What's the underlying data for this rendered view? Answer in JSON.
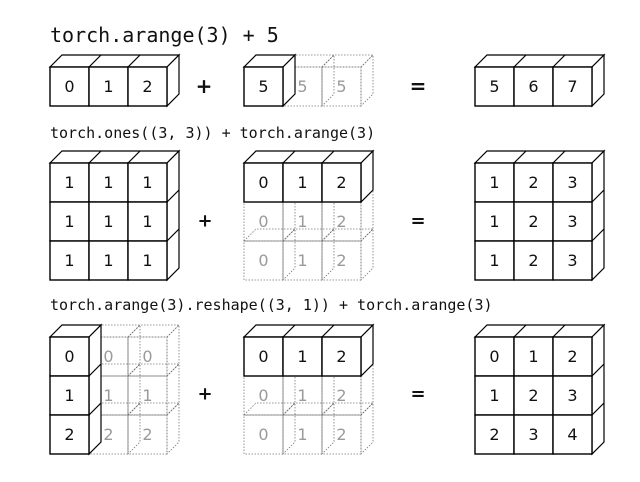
{
  "titles": {
    "row1": "torch.arange(3) + 5",
    "row2": "torch.ones((3, 3)) + torch.arange(3)",
    "row3": "torch.arange(3).reshape((3, 1)) + torch.arange(3)"
  },
  "operators": {
    "plus": "+",
    "equals": "="
  },
  "rows": [
    {
      "a": {
        "values": [
          [
            0,
            1,
            2
          ]
        ],
        "ghost": []
      },
      "b": {
        "values": [
          [
            5
          ]
        ],
        "ghost": [
          [
            null,
            5,
            5
          ]
        ]
      },
      "result": {
        "values": [
          [
            5,
            6,
            7
          ]
        ],
        "ghost": []
      }
    },
    {
      "a": {
        "values": [
          [
            1,
            1,
            1
          ],
          [
            1,
            1,
            1
          ],
          [
            1,
            1,
            1
          ]
        ],
        "ghost": []
      },
      "b": {
        "values": [
          [
            0,
            1,
            2
          ]
        ],
        "ghost": [
          [
            null,
            null,
            null
          ],
          [
            0,
            1,
            2
          ],
          [
            0,
            1,
            2
          ]
        ]
      },
      "result": {
        "values": [
          [
            1,
            2,
            3
          ],
          [
            1,
            2,
            3
          ],
          [
            1,
            2,
            3
          ]
        ],
        "ghost": []
      }
    },
    {
      "a": {
        "values": [
          [
            0
          ],
          [
            1
          ],
          [
            2
          ]
        ],
        "ghost": [
          [
            null,
            0,
            0
          ],
          [
            null,
            1,
            1
          ],
          [
            null,
            2,
            2
          ]
        ]
      },
      "b": {
        "values": [
          [
            0,
            1,
            2
          ]
        ],
        "ghost": [
          [
            null,
            null,
            null
          ],
          [
            0,
            1,
            2
          ],
          [
            0,
            1,
            2
          ]
        ]
      },
      "result": {
        "values": [
          [
            0,
            1,
            2
          ],
          [
            1,
            2,
            3
          ],
          [
            2,
            3,
            4
          ]
        ],
        "ghost": []
      }
    }
  ]
}
